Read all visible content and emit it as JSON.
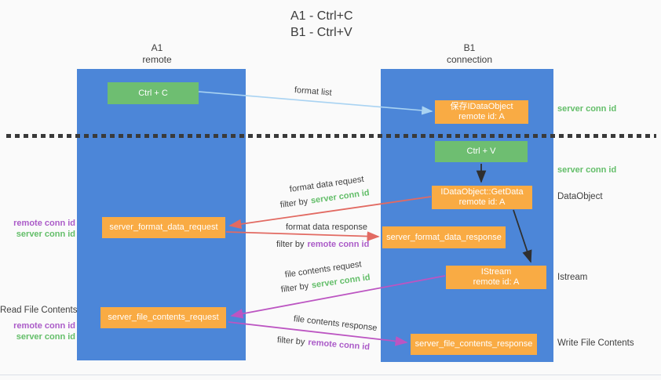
{
  "title": {
    "line1": "A1 - Ctrl+C",
    "line2": "B1 - Ctrl+V"
  },
  "columns": {
    "a1": {
      "name": "A1",
      "subtitle": "remote"
    },
    "b1": {
      "name": "B1",
      "subtitle": "connection"
    }
  },
  "boxes": {
    "ctrl_c": {
      "label": "Ctrl + C"
    },
    "save_dataobject": {
      "line1": "保存IDataObject",
      "line2": "remote id: A"
    },
    "ctrl_v": {
      "label": "Ctrl + V"
    },
    "getdata": {
      "line1": "IDataObject::GetData",
      "line2": "remote id: A"
    },
    "server_format_data_request": {
      "label": "server_format_data_request"
    },
    "server_format_data_response": {
      "label": "server_format_data_response"
    },
    "istream": {
      "line1": "IStream",
      "line2": "remote id: A"
    },
    "server_file_contents_request": {
      "label": "server_file_contents_request"
    },
    "server_file_contents_response": {
      "label": "server_file_contents_response"
    }
  },
  "flow_labels": {
    "format_list": "format list",
    "format_data_request": "format data request",
    "format_data_response": "format data response",
    "file_contents_request": "file contents request",
    "file_contents_response": "file contents response",
    "filter_by": "filter by",
    "server_conn_id": "server conn id",
    "remote_conn_id": "remote conn id"
  },
  "left_labels": {
    "remote_conn_id_1": "remote conn id",
    "server_conn_id_1": "server conn id",
    "read_file_contents": "Read File Contents",
    "remote_conn_id_2": "remote conn id",
    "server_conn_id_2": "server conn id"
  },
  "right_labels": {
    "server_conn_id_top": "server conn id",
    "server_conn_id_mid": "server conn id",
    "dataobject": "DataObject",
    "istream": "Istream",
    "write_file_contents": "Write File Contents"
  },
  "colors": {
    "column_blue": "#4C86D8",
    "box_green": "#6EBE71",
    "box_orange": "#F9AB44",
    "arrow_red": "#E26A62",
    "arrow_magenta": "#BC55C2",
    "arrow_lightblue": "#A9D3F2",
    "arrow_black": "#2F2F2F",
    "text_green": "#63BE69",
    "text_purple": "#AB5BC8",
    "text_dark": "#3E3E3E"
  }
}
